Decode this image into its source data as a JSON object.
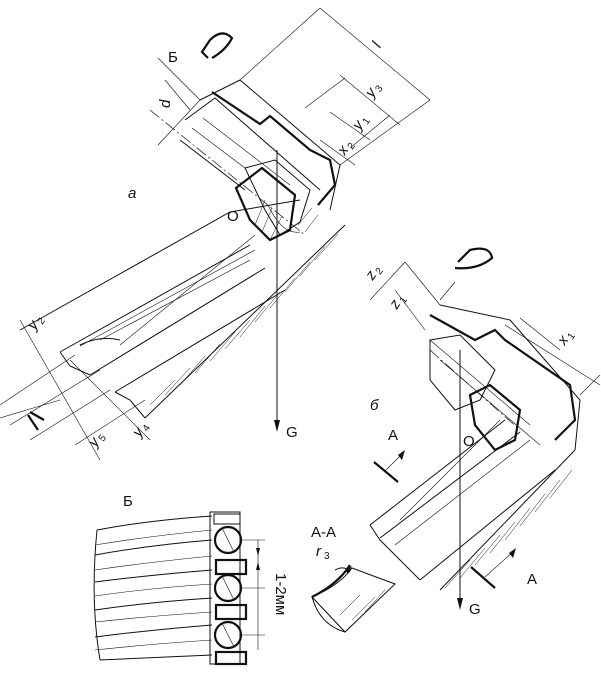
{
  "view_a": {
    "caption": "а",
    "point_o": "O",
    "force": "G",
    "section_mark": "Б",
    "dims": {
      "d": "d",
      "l": "l",
      "y1": "y",
      "y1_sub": "1",
      "y2": "y",
      "y2_sub": "2",
      "y3": "y",
      "y3_sub": "3",
      "y4": "y",
      "y4_sub": "4",
      "y5": "y",
      "y5_sub": "5",
      "x2": "x",
      "x2_sub": "2"
    }
  },
  "view_b": {
    "caption": "б",
    "point_o": "O",
    "force": "G",
    "section_left": "А",
    "section_right": "А",
    "dims": {
      "z1": "z",
      "z1_sub": "1",
      "z2": "z",
      "z2_sub": "2",
      "x1": "x",
      "x1_sub": "1"
    }
  },
  "detail_b": {
    "title": "Б",
    "gap_label": "1-2мм"
  },
  "section_aa": {
    "title": "А-А",
    "radius": "r",
    "radius_sub": "3"
  }
}
